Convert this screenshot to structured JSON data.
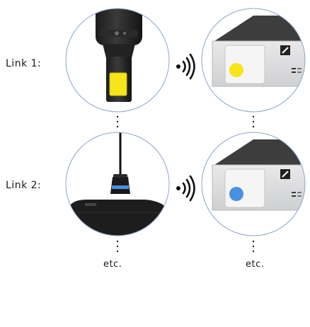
{
  "links": [
    {
      "label": "Link 1:",
      "indicator_color": "#f7e51a"
    },
    {
      "label": "Link 2:",
      "indicator_color": "#4a90e2"
    }
  ],
  "continuation": {
    "left": "etc.",
    "right": "etc."
  },
  "icons": [
    "handheld-transmitter",
    "bodypack-transmitter",
    "wireless-signal",
    "receiver",
    "sennheiser-logo"
  ]
}
